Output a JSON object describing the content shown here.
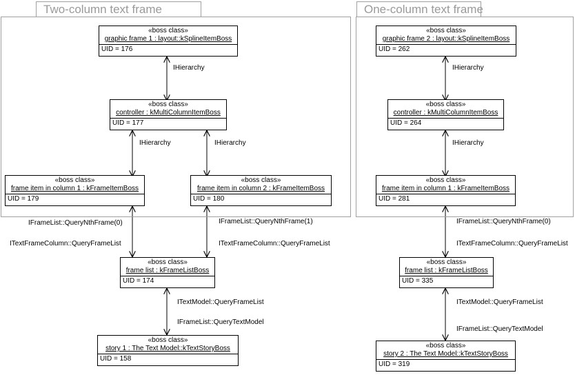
{
  "frames": {
    "two_column": {
      "title": "Two-column text frame"
    },
    "one_column": {
      "title": "One-column text frame"
    }
  },
  "classes": {
    "stereotype": "«boss class»",
    "gf1": {
      "name": "graphic frame 1 : layout::kSplineItemBoss",
      "uid": "UID = 176"
    },
    "ctrl1": {
      "name": "controller : kMultiColumnItemBoss",
      "uid": "UID = 177"
    },
    "fi_col1_left": {
      "name": "frame item in column 1 : kFrameItemBoss",
      "uid": "UID = 179"
    },
    "fi_col2": {
      "name": "frame item in column 2 : kFrameItemBoss",
      "uid": "UID = 180"
    },
    "fl1": {
      "name": "frame list : kFrameListBoss",
      "uid": "UID = 174"
    },
    "story1": {
      "name": "story 1 : The Text Model::kTextStoryBoss",
      "uid": "UID = 158"
    },
    "gf2": {
      "name": "graphic frame 2 : layout::kSplineItemBoss",
      "uid": "UID = 262"
    },
    "ctrl2": {
      "name": "controller : kMultiColumnItemBoss",
      "uid": "UID = 264"
    },
    "fi_col1_right": {
      "name": "frame item in column 1 : kFrameItemBoss",
      "uid": "UID = 281"
    },
    "fl2": {
      "name": "frame list : kFrameListBoss",
      "uid": "UID = 335"
    },
    "story2": {
      "name": "story 2 : The Text Model::kTextStoryBoss",
      "uid": "UID = 319"
    }
  },
  "labels": {
    "ihierarchy": "IHierarchy",
    "query_nth_frame_0": "IFrameList::QueryNthFrame(0)",
    "query_nth_frame_1": "IFrameList::QueryNthFrame(1)",
    "query_frame_list_col": "ITextFrameColumn::QueryFrameList",
    "query_frame_list_model": "ITextModel::QueryFrameList",
    "query_text_model": "IFrameList::QueryTextModel"
  },
  "colors": {
    "frame_border": "#a0a0a0",
    "frame_title": "#9a9a9a",
    "line": "#000000"
  }
}
